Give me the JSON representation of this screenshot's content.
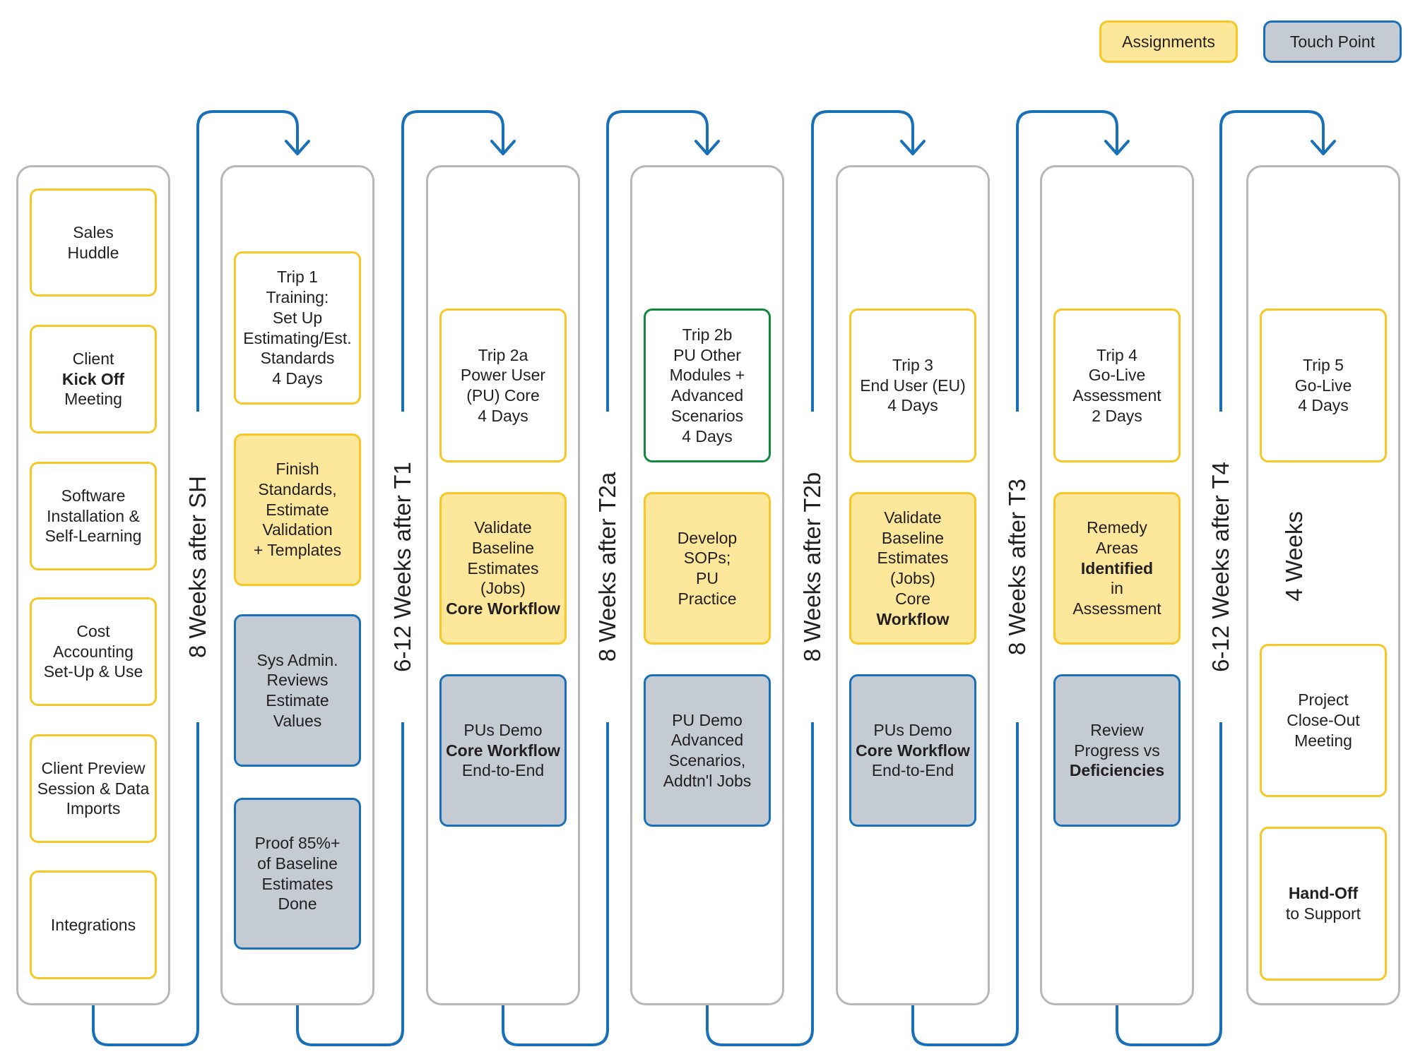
{
  "legend": {
    "assignments": "Assignments",
    "touch_point": "Touch Point"
  },
  "colors": {
    "assignment_fill": "#fde79b",
    "assignment_border": "#f7c726",
    "touch_fill": "#c5cbd2",
    "touch_border": "#1a70b8",
    "connector": "#1a70b8",
    "column_border": "#b7b7b7",
    "special_border": "#0f8a3c"
  },
  "gaps": [
    {
      "label": "8 Weeks after SH"
    },
    {
      "label": "6-12 Weeks after T1"
    },
    {
      "label": "8 Weeks after T2a"
    },
    {
      "label": "8 Weeks after T2b"
    },
    {
      "label": "8 Weeks after T3"
    },
    {
      "label": "6-12 Weeks after T4"
    }
  ],
  "columns": [
    {
      "boxes": [
        {
          "style": "outline",
          "lines": [
            {
              "text": "Sales"
            },
            {
              "text": "Huddle"
            }
          ]
        },
        {
          "style": "outline",
          "lines": [
            {
              "text": "Client"
            },
            {
              "text": "Kick Off",
              "bold": true
            },
            {
              "text": "Meeting"
            }
          ]
        },
        {
          "style": "outline",
          "lines": [
            {
              "text": "Software"
            },
            {
              "text": "Installation &"
            },
            {
              "text": "Self-Learning"
            }
          ]
        },
        {
          "style": "outline",
          "lines": [
            {
              "text": "Cost"
            },
            {
              "text": "Accounting"
            },
            {
              "text": "Set-Up & Use"
            }
          ]
        },
        {
          "style": "outline",
          "lines": [
            {
              "text": "Client Preview"
            },
            {
              "text": "Session & Data"
            },
            {
              "text": "Imports"
            }
          ]
        },
        {
          "style": "outline",
          "lines": [
            {
              "text": "Integrations"
            }
          ]
        }
      ]
    },
    {
      "boxes": [
        {
          "style": "outline",
          "lines": [
            {
              "text": "Trip 1"
            },
            {
              "text": "Training:"
            },
            {
              "text": "Set Up"
            },
            {
              "text": "Estimating/Est."
            },
            {
              "text": "Standards"
            },
            {
              "text": "4 Days"
            }
          ]
        },
        {
          "style": "assign",
          "lines": [
            {
              "text": "Finish"
            },
            {
              "text": "Standards,"
            },
            {
              "text": "Estimate"
            },
            {
              "text": "Validation"
            },
            {
              "text": "+ Templates"
            }
          ]
        },
        {
          "style": "touch",
          "lines": [
            {
              "text": "Sys Admin."
            },
            {
              "text": "Reviews"
            },
            {
              "text": "Estimate"
            },
            {
              "text": "Values"
            }
          ]
        },
        {
          "style": "touch",
          "lines": [
            {
              "text": "Proof 85%+"
            },
            {
              "text": "of Baseline"
            },
            {
              "text": "Estimates"
            },
            {
              "text": "Done"
            }
          ]
        }
      ]
    },
    {
      "boxes": [
        {
          "style": "outline",
          "lines": [
            {
              "text": "Trip 2a"
            },
            {
              "text": "Power User"
            },
            {
              "text": "(PU) Core"
            },
            {
              "text": "4 Days"
            }
          ]
        },
        {
          "style": "assign",
          "lines": [
            {
              "text": "Validate"
            },
            {
              "text": "Baseline"
            },
            {
              "text": "Estimates"
            },
            {
              "text": "(Jobs)"
            },
            {
              "text": "Core Workflow",
              "bold": true
            }
          ]
        },
        {
          "style": "touch",
          "lines": [
            {
              "text": "PUs Demo"
            },
            {
              "text": "Core Workflow",
              "bold": true
            },
            {
              "text": "End-to-End"
            }
          ]
        }
      ]
    },
    {
      "boxes": [
        {
          "style": "outline-green",
          "lines": [
            {
              "text": "Trip 2b"
            },
            {
              "text": "PU Other"
            },
            {
              "text": "Modules +"
            },
            {
              "text": "Advanced"
            },
            {
              "text": "Scenarios"
            },
            {
              "text": "4 Days"
            }
          ]
        },
        {
          "style": "assign",
          "lines": [
            {
              "text": "Develop"
            },
            {
              "text": "SOPs;"
            },
            {
              "text": "PU"
            },
            {
              "text": "Practice"
            }
          ]
        },
        {
          "style": "touch",
          "lines": [
            {
              "text": "PU Demo"
            },
            {
              "text": "Advanced"
            },
            {
              "text": "Scenarios,"
            },
            {
              "text": "Addtn'l Jobs"
            }
          ]
        }
      ]
    },
    {
      "boxes": [
        {
          "style": "outline",
          "lines": [
            {
              "text": "Trip 3"
            },
            {
              "text": "End User (EU)"
            },
            {
              "text": "4 Days"
            }
          ]
        },
        {
          "style": "assign",
          "lines": [
            {
              "text": "Validate"
            },
            {
              "text": "Baseline"
            },
            {
              "text": "Estimates"
            },
            {
              "text": "(Jobs)"
            },
            {
              "text": "Core"
            },
            {
              "text": "Workflow",
              "bold": true
            }
          ]
        },
        {
          "style": "touch",
          "lines": [
            {
              "text": "PUs Demo"
            },
            {
              "text": "Core Workflow",
              "bold": true
            },
            {
              "text": "End-to-End"
            }
          ]
        }
      ]
    },
    {
      "boxes": [
        {
          "style": "outline",
          "lines": [
            {
              "text": "Trip 4"
            },
            {
              "text": "Go-Live"
            },
            {
              "text": "Assessment"
            },
            {
              "text": "2 Days"
            }
          ]
        },
        {
          "style": "assign",
          "lines": [
            {
              "text": "Remedy"
            },
            {
              "text": "Areas"
            },
            {
              "text": "Identified",
              "bold": true
            },
            {
              "text": "in"
            },
            {
              "text": "Assessment"
            }
          ]
        },
        {
          "style": "touch",
          "lines": [
            {
              "text": "Review"
            },
            {
              "text": "Progress vs"
            },
            {
              "text": "Deficiencies",
              "bold": true
            }
          ]
        }
      ]
    },
    {
      "weeks_label": "4 Weeks",
      "boxes": [
        {
          "style": "outline",
          "lines": [
            {
              "text": "Trip 5"
            },
            {
              "text": "Go-Live"
            },
            {
              "text": "4 Days"
            }
          ]
        },
        {
          "style": "outline",
          "lines": [
            {
              "text": "Project"
            },
            {
              "text": "Close-Out"
            },
            {
              "text": "Meeting"
            }
          ]
        },
        {
          "style": "outline",
          "lines": [
            {
              "text": "Hand-Off",
              "bold": true
            },
            {
              "text": "to Support"
            }
          ]
        }
      ]
    }
  ]
}
